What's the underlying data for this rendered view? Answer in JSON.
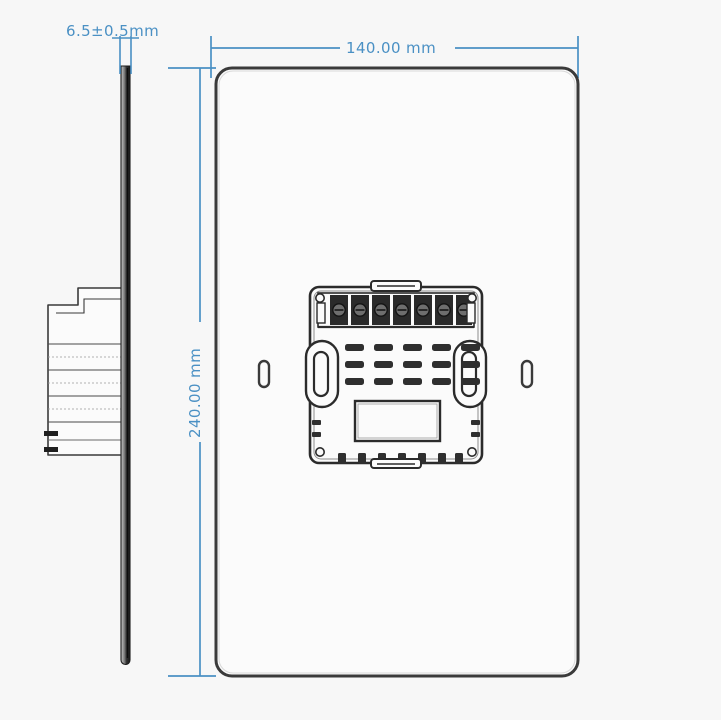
{
  "drawing": {
    "type": "mechanical-dimension-drawing",
    "subject": "wall panel faceplate with rear electronics module",
    "background_color": "#f7f7f7",
    "dimension_color": "#4a90c4",
    "outline_color": "#3a3a3a",
    "detail_color": "#2b2b2b"
  },
  "dimensions": {
    "thickness": {
      "label": "6.5±0.5mm",
      "value": 6.5,
      "tolerance": 0.5,
      "unit": "mm",
      "orientation": "horizontal",
      "view": "side"
    },
    "width": {
      "label": "140.00 mm",
      "value": 140.0,
      "unit": "mm",
      "orientation": "horizontal",
      "view": "front"
    },
    "height": {
      "label": "240.00 mm",
      "value": 240.0,
      "unit": "mm",
      "orientation": "vertical",
      "view": "front"
    }
  },
  "views": {
    "side": {
      "name": "side-profile-view",
      "panel_edge": "thin rounded vertical plate",
      "rear_module": "stepped back housing with horizontal ridge lines"
    },
    "front": {
      "name": "front-view",
      "panel": "rounded-rectangle faceplate",
      "module": {
        "name": "central electronics module",
        "terminal_blocks": 7,
        "vent_grid_columns": 5,
        "vent_grid_rows": 3,
        "mounting_slots": 2,
        "label_area": "blank rectangle",
        "bottom_teeth": 7,
        "corner_screws": 4
      },
      "panel_slots": 2
    }
  }
}
